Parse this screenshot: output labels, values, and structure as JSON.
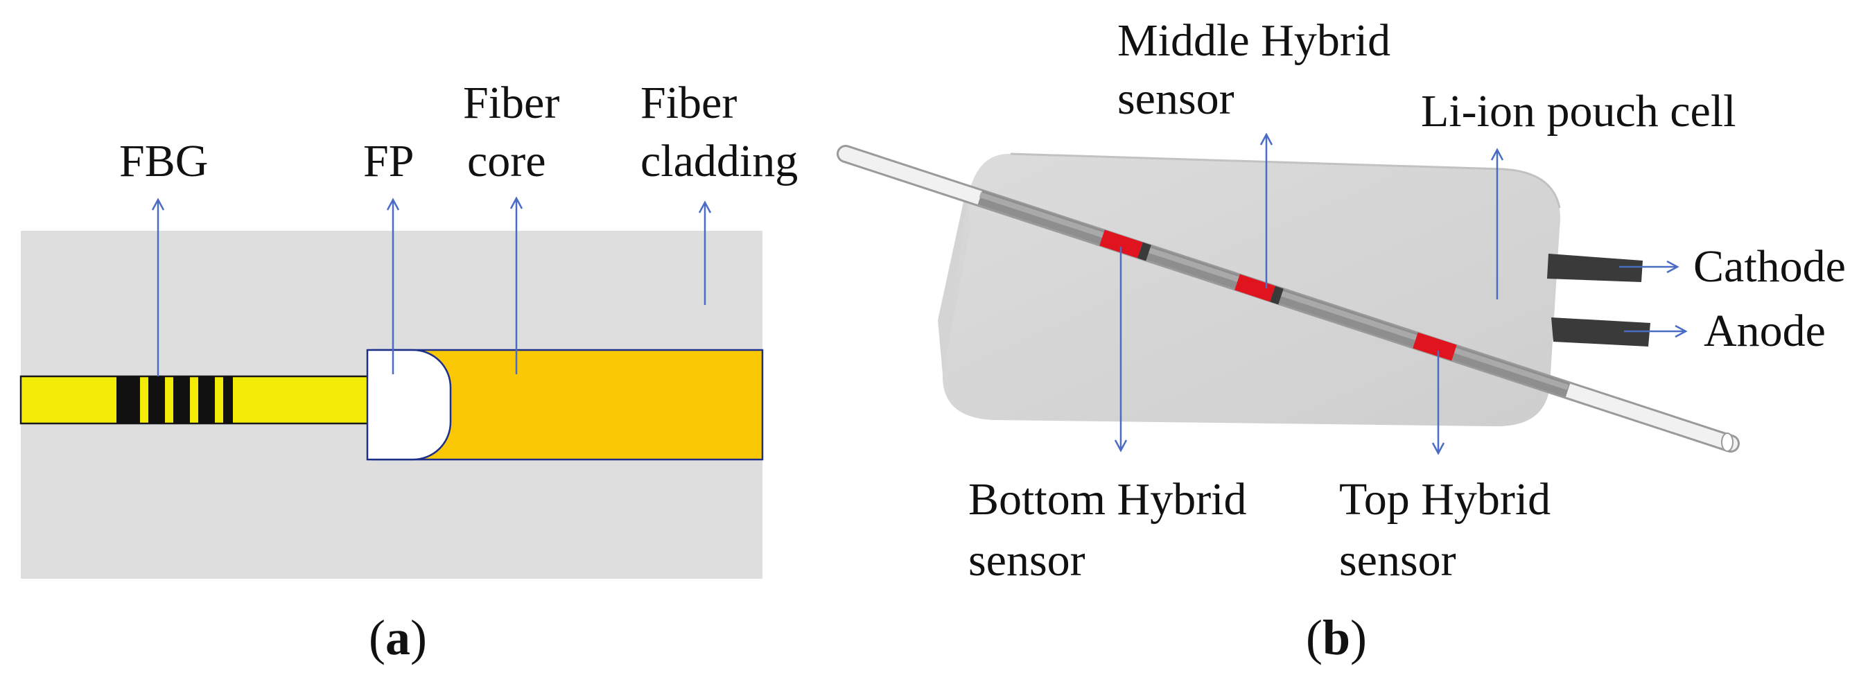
{
  "panel_a": {
    "labels": {
      "fbg": "FBG",
      "fp": "FP",
      "fiber_core_1": "Fiber",
      "fiber_core_2": "core",
      "fiber_cladding_1": "Fiber",
      "fiber_cladding_2": "cladding"
    },
    "caption": {
      "open": "(",
      "letter": "a",
      "close": ")"
    }
  },
  "panel_b": {
    "labels": {
      "middle_1": "Middle Hybrid",
      "middle_2": "sensor",
      "pouch": "Li-ion pouch cell",
      "cathode": "Cathode",
      "anode": "Anode",
      "bottom_1": "Bottom Hybrid",
      "bottom_2": "sensor",
      "top_1": "Top Hybrid",
      "top_2": "sensor"
    },
    "caption": {
      "open": "(",
      "letter": "b",
      "close": ")"
    }
  },
  "colors": {
    "cladding": "#dedede",
    "fiber_yellow": "#f3ec06",
    "core_orange": "#fbc805",
    "grating_black": "#111111",
    "arrow_blue": "#4a6cc4",
    "sensor_red": "#e0141e",
    "pouch_gray": "#cfcfcf",
    "tab_dark": "#3a3a3a"
  }
}
